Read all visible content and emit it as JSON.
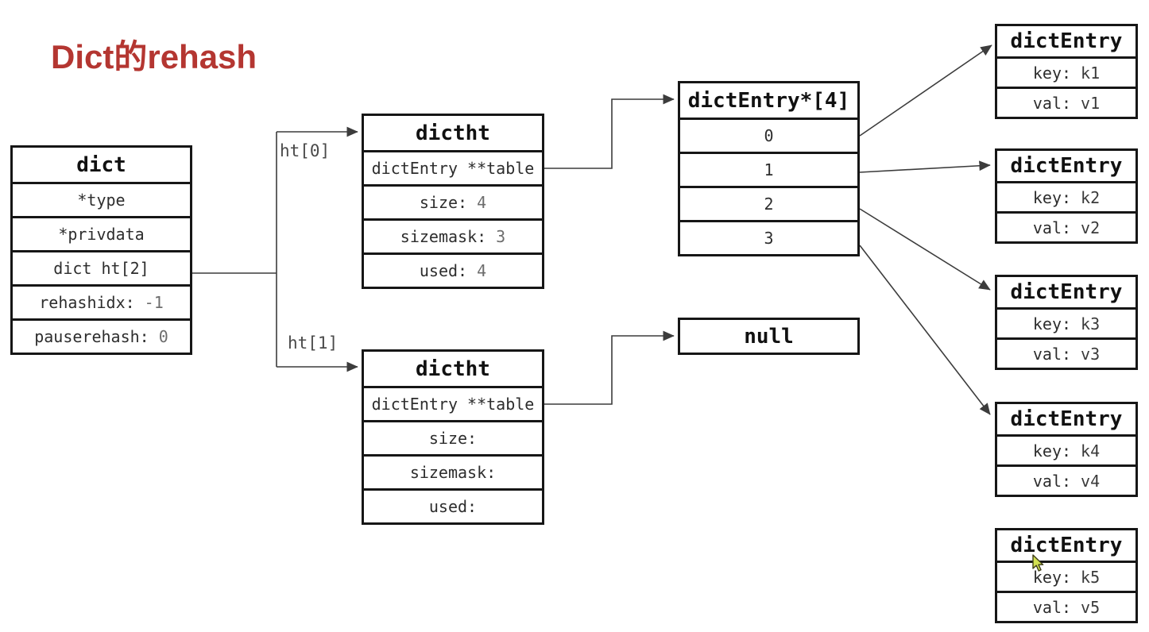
{
  "title": "Dict的rehash",
  "labels": {
    "ht0": "ht[0]",
    "ht1": "ht[1]"
  },
  "boxes": {
    "dict": {
      "header": "dict",
      "rows": [
        {
          "label": "*type",
          "value": ""
        },
        {
          "label": "*privdata",
          "value": ""
        },
        {
          "label": "dict ht[2]",
          "value": ""
        },
        {
          "label": "rehashidx:",
          "value": "-1"
        },
        {
          "label": "pauserehash:",
          "value": "0"
        }
      ]
    },
    "dictht0": {
      "header": "dictht",
      "rows": [
        {
          "label": "dictEntry **table",
          "value": ""
        },
        {
          "label": "size:",
          "value": "4"
        },
        {
          "label": "sizemask:",
          "value": "3"
        },
        {
          "label": "used:",
          "value": "4"
        }
      ]
    },
    "dictht1": {
      "header": "dictht",
      "rows": [
        {
          "label": "dictEntry **table",
          "value": ""
        },
        {
          "label": "size:",
          "value": ""
        },
        {
          "label": "sizemask:",
          "value": ""
        },
        {
          "label": "used:",
          "value": ""
        }
      ]
    },
    "entryArray": {
      "header": "dictEntry*[4]",
      "rows": [
        {
          "label": "0"
        },
        {
          "label": "1"
        },
        {
          "label": "2"
        },
        {
          "label": "3"
        }
      ]
    },
    "nullBox": {
      "header": "null"
    },
    "entries": [
      {
        "header": "dictEntry",
        "rows": [
          {
            "label": "key:",
            "value": "k1"
          },
          {
            "label": "val:",
            "value": "v1"
          }
        ]
      },
      {
        "header": "dictEntry",
        "rows": [
          {
            "label": "key:",
            "value": "k2"
          },
          {
            "label": "val:",
            "value": "v2"
          }
        ]
      },
      {
        "header": "dictEntry",
        "rows": [
          {
            "label": "key:",
            "value": "k3"
          },
          {
            "label": "val:",
            "value": "v3"
          }
        ]
      },
      {
        "header": "dictEntry",
        "rows": [
          {
            "label": "key:",
            "value": "k4"
          },
          {
            "label": "val:",
            "value": "v4"
          }
        ]
      },
      {
        "header": "dictEntry",
        "rows": [
          {
            "label": "key:",
            "value": "k5"
          },
          {
            "label": "val:",
            "value": "v5"
          }
        ]
      }
    ]
  },
  "colors": {
    "title": "#b43631",
    "border": "#161616",
    "text": "#2d2d2d",
    "value": "#6d6d6d",
    "connector": "#3c3c3c",
    "cursor": "#d3e152"
  }
}
